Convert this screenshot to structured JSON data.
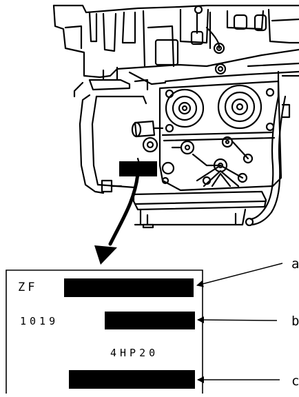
{
  "plate": {
    "line1_prefix": "ZF",
    "line2_prefix": "1019",
    "line3_text": "4HP20"
  },
  "callouts": [
    "a",
    "b",
    "c"
  ],
  "icons": {
    "machine": "transmission-housing-drawing",
    "pointer": "curved-arrow-icon"
  },
  "colors": {
    "ink": "#000000",
    "paper": "#ffffff"
  }
}
